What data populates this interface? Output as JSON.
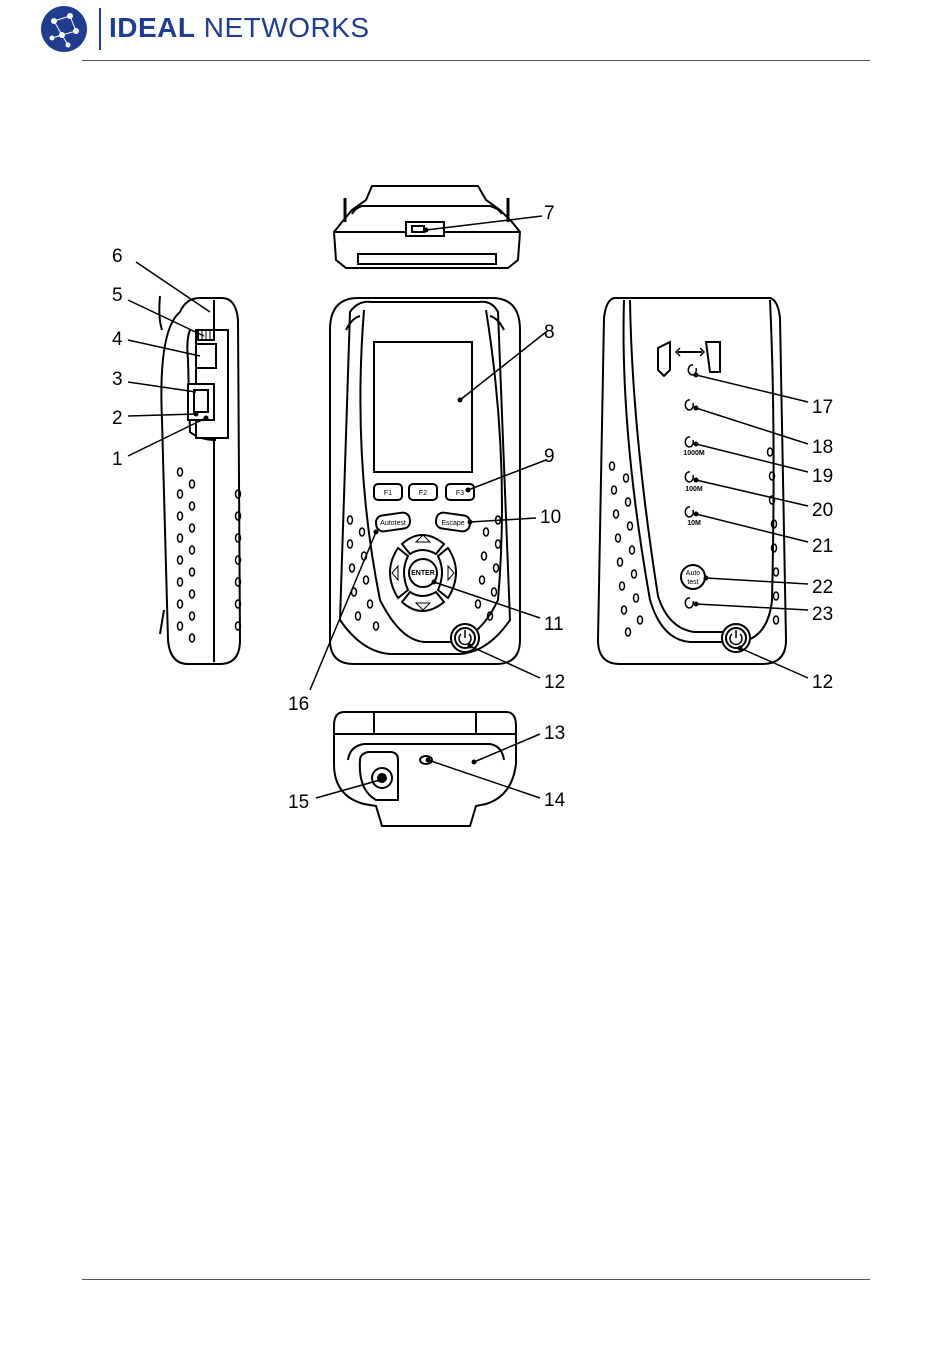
{
  "header": {
    "brand_bold": "IDEAL",
    "brand_light": "NETWORKS"
  },
  "device": {
    "screen_buttons": [
      "F1",
      "F2",
      "F3"
    ],
    "autotest_button": "Autotest",
    "escape_button": "Escape",
    "enter_button": "ENTER",
    "led_labels": [
      "1000M",
      "100M",
      "10M"
    ],
    "auto_test_button_lines": [
      "Auto",
      "test"
    ]
  },
  "callouts": [
    "1",
    "2",
    "3",
    "4",
    "5",
    "6",
    "7",
    "8",
    "9",
    "10",
    "11",
    "12",
    "12",
    "13",
    "14",
    "15",
    "16",
    "17",
    "18",
    "19",
    "20",
    "21",
    "22",
    "23"
  ]
}
